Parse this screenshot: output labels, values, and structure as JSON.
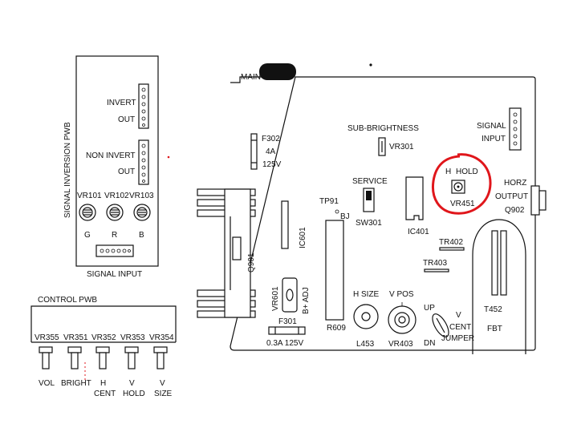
{
  "signal_inversion_pwb": {
    "title": "SIGNAL INVERSION PWB",
    "invert": "INVERT",
    "invert_out": "OUT",
    "non_invert": "NON INVERT",
    "non_invert_out": "OUT",
    "vr101": "VR101",
    "vr102": "VR102",
    "vr103": "VR103",
    "g": "G",
    "r": "R",
    "b": "B",
    "signal_input": "SIGNAL INPUT"
  },
  "control_pwb": {
    "title": "CONTROL PWB",
    "vr355": "VR355",
    "vr351": "VR351",
    "vr352": "VR352",
    "vr353": "VR353",
    "vr354": "VR354",
    "vol": "VOL",
    "bright": "BRIGHT",
    "h": "H",
    "cent": "CENT",
    "v1": "V",
    "hold": "HOLD",
    "v2": "V",
    "size": "SIZE"
  },
  "main_pwb": {
    "title": "MAIN",
    "f302": "F302",
    "f302_amp": "4A",
    "f302_volt": "125V",
    "sub_brightness": "SUB-BRIGHTNESS",
    "vr301": "VR301",
    "signal": "SIGNAL",
    "input": "INPUT",
    "h_hold_h": "H",
    "h_hold_hold": "HOLD",
    "vr451": "VR451",
    "horz": "HORZ",
    "output": "OUTPUT",
    "q902": "Q902",
    "service": "SERVICE",
    "sw301": "SW301",
    "tp91": "TP91",
    "bj": "BJ",
    "ic601": "IC601",
    "ic401": "IC401",
    "tr402": "TR402",
    "tr403": "TR403",
    "q901": "Q901",
    "vr601": "VR601",
    "b_adj": "B+ ADJ",
    "r609": "R609",
    "h_size": "H SIZE",
    "v_pos": "V POS",
    "l453": "L453",
    "vr403": "VR403",
    "up": "UP",
    "dn": "DN",
    "v_cent_v": "V",
    "v_cent_cent": "CENT",
    "jumper": "JUMPER",
    "t452": "T452",
    "fbt": "FBT",
    "f301": "F301",
    "f301_rating": "0.3A  125V"
  },
  "colors": {
    "highlight": "#e0161b",
    "line": "#111111"
  }
}
